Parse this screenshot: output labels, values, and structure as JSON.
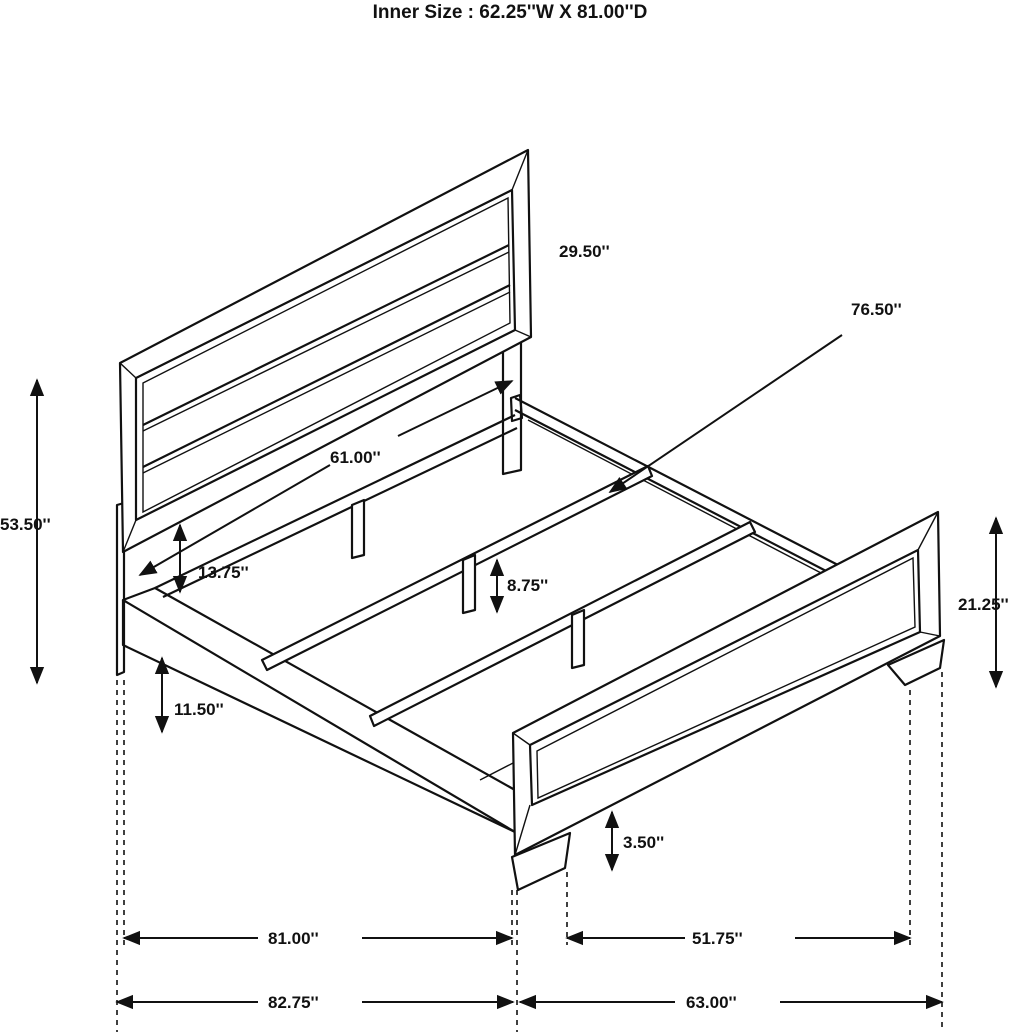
{
  "title": "Inner Size : 62.25''W X 81.00''D",
  "dimensions": {
    "headboard_panel_height": "29.50''",
    "rail_length": "76.50''",
    "inner_width": "61.00''",
    "headboard_rail_height": "13.75''",
    "slat_support_height": "8.75''",
    "overall_height": "53.50''",
    "footboard_height": "21.25''",
    "rail_clearance": "11.50''",
    "foot_height": "3.50''",
    "inner_length": "81.00''",
    "footboard_inner": "51.75''",
    "overall_length": "82.75''",
    "overall_width": "63.00''"
  }
}
